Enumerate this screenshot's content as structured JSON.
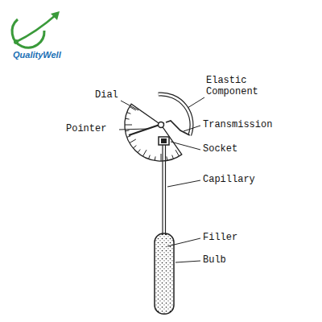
{
  "diagram": {
    "labels": [
      "QualityWell",
      "Dial",
      "Elastic Component",
      "Pointer",
      "Transmission",
      "Socket",
      "Capillary",
      "Filler",
      "Bulb"
    ]
  }
}
